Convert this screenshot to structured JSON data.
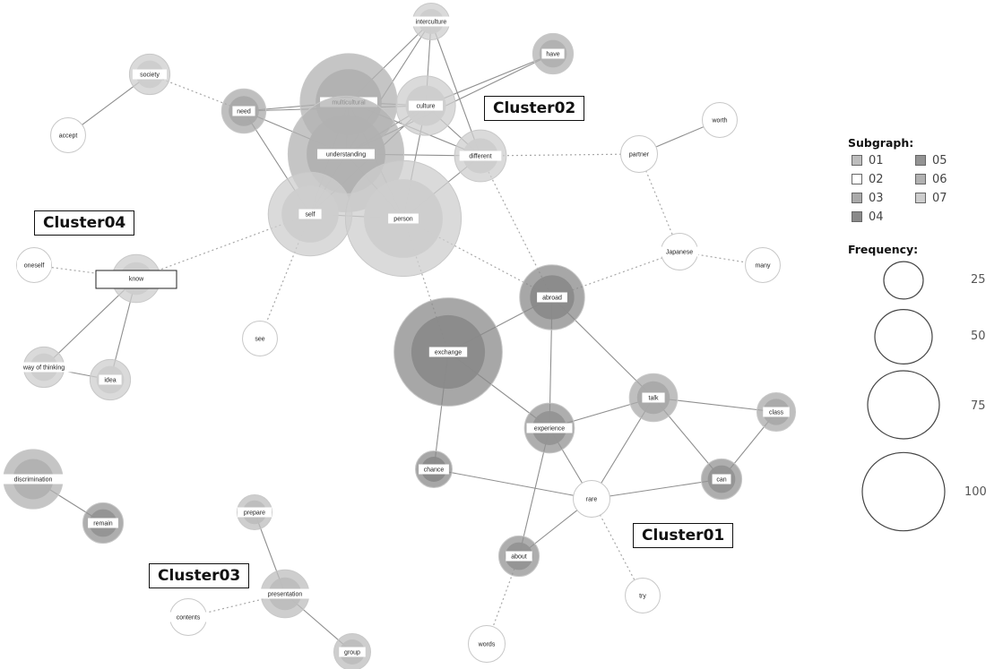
{
  "clusters": {
    "c01": "Cluster01",
    "c02": "Cluster02",
    "c03": "Cluster03",
    "c04": "Cluster04"
  },
  "legend": {
    "subgraph_title": "Subgraph:",
    "subgraph": [
      {
        "label": "01",
        "color": "#bdbdbd"
      },
      {
        "label": "02",
        "color": "#ffffff"
      },
      {
        "label": "03",
        "color": "#a9a9a9"
      },
      {
        "label": "04",
        "color": "#8a8a8a"
      },
      {
        "label": "05",
        "color": "#939393"
      },
      {
        "label": "06",
        "color": "#b1b1b1"
      },
      {
        "label": "07",
        "color": "#cdcdcd"
      }
    ],
    "frequency_title": "Frequency:",
    "frequency": [
      "25",
      "50",
      "75",
      "100"
    ]
  },
  "nodes": [
    {
      "id": "interculture",
      "label": "interculture",
      "group": "07",
      "freq": 10
    },
    {
      "id": "have",
      "label": "have",
      "group": "06",
      "freq": 12
    },
    {
      "id": "society",
      "label": "society",
      "group": "07",
      "freq": 12
    },
    {
      "id": "accept",
      "label": "accept",
      "group": "02",
      "freq": 9
    },
    {
      "id": "need",
      "label": "need",
      "group": "03",
      "freq": 14
    },
    {
      "id": "multicultural",
      "label": "multicultural",
      "group": "06",
      "freq": 42
    },
    {
      "id": "culture",
      "label": "culture",
      "group": "07",
      "freq": 22
    },
    {
      "id": "worth",
      "label": "worth",
      "group": "02",
      "freq": 9
    },
    {
      "id": "understanding",
      "label": "understanding",
      "group": "06",
      "freq": 52
    },
    {
      "id": "different",
      "label": "different",
      "group": "07",
      "freq": 18
    },
    {
      "id": "partner",
      "label": "partner",
      "group": "02",
      "freq": 10
    },
    {
      "id": "self",
      "label": "self",
      "group": "07",
      "freq": 35
    },
    {
      "id": "person",
      "label": "person",
      "group": "07",
      "freq": 52
    },
    {
      "id": "oneself",
      "label": "oneself",
      "group": "02",
      "freq": 9
    },
    {
      "id": "know",
      "label": "know",
      "group": "07",
      "freq": 16
    },
    {
      "id": "japanese",
      "label": "Japanese",
      "group": "02",
      "freq": 10
    },
    {
      "id": "many",
      "label": "many",
      "group": "02",
      "freq": 9
    },
    {
      "id": "abroad",
      "label": "abroad",
      "group": "04",
      "freq": 25
    },
    {
      "id": "see",
      "label": "see",
      "group": "02",
      "freq": 9
    },
    {
      "id": "exchange",
      "label": "exchange",
      "group": "04",
      "freq": 48
    },
    {
      "id": "way_of_thinking",
      "label": "way of thinking",
      "group": "07",
      "freq": 12
    },
    {
      "id": "idea",
      "label": "idea",
      "group": "07",
      "freq": 12
    },
    {
      "id": "talk",
      "label": "talk",
      "group": "03",
      "freq": 16
    },
    {
      "id": "class",
      "label": "class",
      "group": "03",
      "freq": 11
    },
    {
      "id": "experience",
      "label": "experience",
      "group": "05",
      "freq": 17
    },
    {
      "id": "chance",
      "label": "chance",
      "group": "04",
      "freq": 10
    },
    {
      "id": "can",
      "label": "can",
      "group": "05",
      "freq": 12
    },
    {
      "id": "discrimination",
      "label": "discrimination",
      "group": "06",
      "freq": 22
    },
    {
      "id": "rare",
      "label": "rare",
      "group": "02",
      "freq": 10
    },
    {
      "id": "prepare",
      "label": "prepare",
      "group": "01",
      "freq": 9
    },
    {
      "id": "remain",
      "label": "remain",
      "group": "05",
      "freq": 12
    },
    {
      "id": "about",
      "label": "about",
      "group": "05",
      "freq": 12
    },
    {
      "id": "presentation",
      "label": "presentation",
      "group": "01",
      "freq": 16
    },
    {
      "id": "contents",
      "label": "contents",
      "group": "02",
      "freq": 10
    },
    {
      "id": "try",
      "label": "try",
      "group": "02",
      "freq": 9
    },
    {
      "id": "words",
      "label": "words",
      "group": "02",
      "freq": 10
    },
    {
      "id": "group",
      "label": "group",
      "group": "01",
      "freq": 10
    }
  ],
  "edges_solid": [
    [
      "society",
      "accept"
    ],
    [
      "interculture",
      "multicultural"
    ],
    [
      "interculture",
      "culture"
    ],
    [
      "interculture",
      "different"
    ],
    [
      "interculture",
      "understanding"
    ],
    [
      "have",
      "culture"
    ],
    [
      "have",
      "understanding"
    ],
    [
      "need",
      "multicultural"
    ],
    [
      "need",
      "understanding"
    ],
    [
      "need",
      "self"
    ],
    [
      "need",
      "culture"
    ],
    [
      "multicultural",
      "understanding"
    ],
    [
      "multicultural",
      "culture"
    ],
    [
      "multicultural",
      "self"
    ],
    [
      "multicultural",
      "person"
    ],
    [
      "multicultural",
      "different"
    ],
    [
      "culture",
      "understanding"
    ],
    [
      "culture",
      "different"
    ],
    [
      "culture",
      "person"
    ],
    [
      "culture",
      "self"
    ],
    [
      "understanding",
      "self"
    ],
    [
      "understanding",
      "person"
    ],
    [
      "understanding",
      "different"
    ],
    [
      "different",
      "person"
    ],
    [
      "self",
      "person"
    ],
    [
      "worth",
      "partner"
    ],
    [
      "know",
      "way_of_thinking"
    ],
    [
      "know",
      "idea"
    ],
    [
      "way_of_thinking",
      "idea"
    ],
    [
      "abroad",
      "exchange"
    ],
    [
      "abroad",
      "experience"
    ],
    [
      "abroad",
      "talk"
    ],
    [
      "exchange",
      "experience"
    ],
    [
      "exchange",
      "chance"
    ],
    [
      "talk",
      "experience"
    ],
    [
      "talk",
      "can"
    ],
    [
      "talk",
      "rare"
    ],
    [
      "talk",
      "class"
    ],
    [
      "class",
      "can"
    ],
    [
      "can",
      "rare"
    ],
    [
      "experience",
      "rare"
    ],
    [
      "experience",
      "about"
    ],
    [
      "chance",
      "rare"
    ],
    [
      "rare",
      "about"
    ],
    [
      "discrimination",
      "remain"
    ],
    [
      "prepare",
      "presentation"
    ],
    [
      "presentation",
      "group"
    ]
  ],
  "edges_dotted": [
    [
      "society",
      "need"
    ],
    [
      "oneself",
      "know"
    ],
    [
      "know",
      "self"
    ],
    [
      "self",
      "see"
    ],
    [
      "person",
      "exchange"
    ],
    [
      "person",
      "abroad"
    ],
    [
      "different",
      "abroad"
    ],
    [
      "different",
      "partner"
    ],
    [
      "partner",
      "japanese"
    ],
    [
      "japanese",
      "many"
    ],
    [
      "japanese",
      "abroad"
    ],
    [
      "rare",
      "try"
    ],
    [
      "about",
      "words"
    ],
    [
      "presentation",
      "contents"
    ]
  ]
}
